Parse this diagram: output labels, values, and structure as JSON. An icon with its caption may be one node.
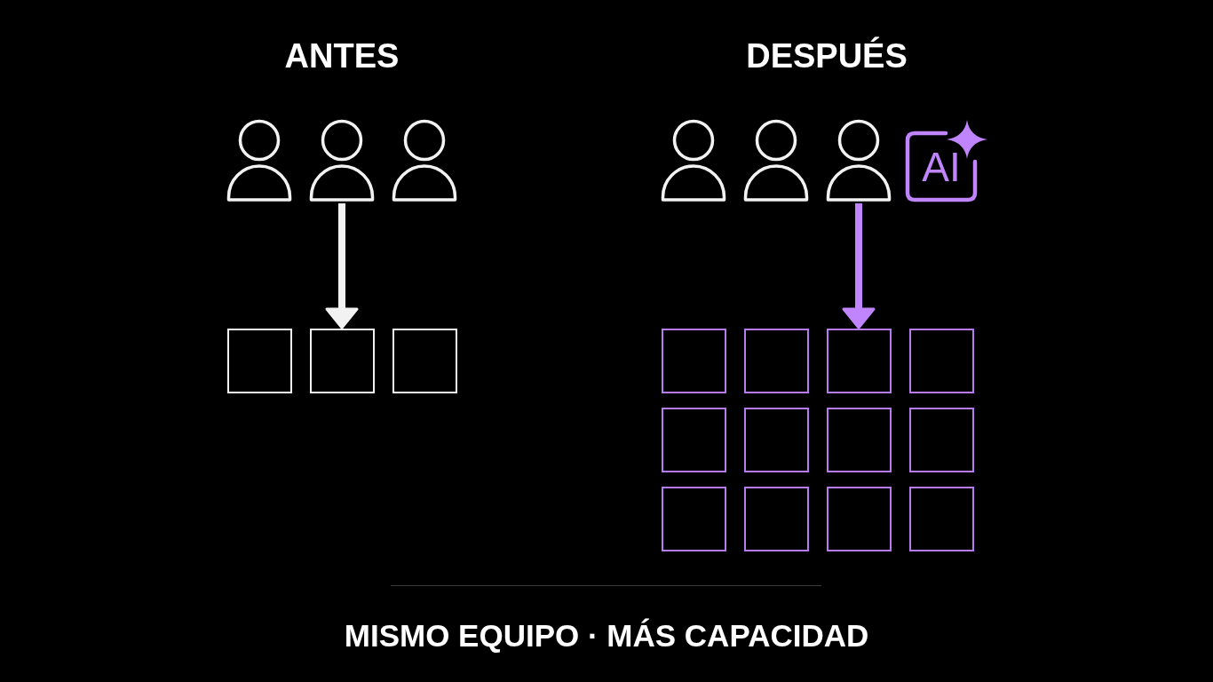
{
  "diagram": {
    "caption": "MISMO EQUIPO · MÁS CAPACIDAD",
    "nodes": [
      {
        "text": [],
        "shape": "person"
      },
      {
        "text": [],
        "shape": "person"
      },
      {
        "text": [],
        "shape": "person"
      },
      {
        "text": [],
        "shape": "box"
      },
      {
        "text": [],
        "shape": "box"
      },
      {
        "text": [],
        "shape": "box"
      },
      {
        "text": [],
        "shape": "person"
      },
      {
        "text": [],
        "shape": "person"
      },
      {
        "text": [],
        "shape": "person"
      },
      {
        "text": [
          "AI"
        ]
      },
      {
        "text": [],
        "shape": "box"
      },
      {
        "text": [],
        "shape": "box"
      },
      {
        "text": [],
        "shape": "box"
      },
      {
        "text": [],
        "shape": "box"
      },
      {
        "text": [],
        "shape": "box"
      },
      {
        "text": [],
        "shape": "box"
      },
      {
        "text": [],
        "shape": "box"
      },
      {
        "text": [],
        "shape": "box"
      },
      {
        "text": [],
        "shape": "box"
      },
      {
        "text": [],
        "shape": "box"
      },
      {
        "text": [],
        "shape": "box"
      },
      {
        "text": [],
        "shape": "box"
      }
    ],
    "edges": [
      {
        "from": 1,
        "to": 4,
        "arrow": "to"
      },
      {
        "from": 8,
        "to": 12,
        "arrow": "to",
        "color": "#c084fc"
      }
    ],
    "labels": [
      "ANTES",
      "DESPUÉS"
    ]
  }
}
